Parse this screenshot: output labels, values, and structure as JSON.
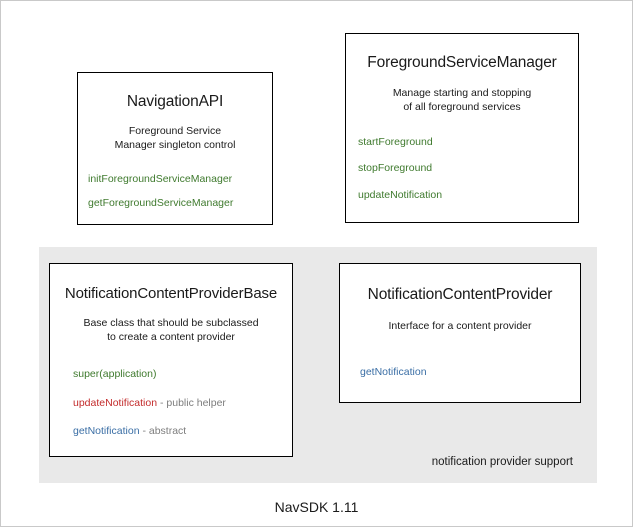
{
  "diagram": {
    "footer_caption": "NavSDK 1.11",
    "group": {
      "label": "notification provider support",
      "background_color": "#e9e9e9"
    },
    "colors": {
      "method_green": "#3f7a2e",
      "method_red": "#c32b2b",
      "method_blue": "#3a6ea5",
      "note_gray": "#7d7d7d",
      "box_border": "#000000",
      "canvas_background": "#ffffff"
    },
    "boxes": [
      {
        "id": "navigation-api",
        "title": "NavigationAPI",
        "description_lines": [
          "Foreground Service",
          "Manager singleton control"
        ],
        "methods": [
          {
            "name": "initForegroundServiceManager",
            "color": "green",
            "note": ""
          },
          {
            "name": "getForegroundServiceManager",
            "color": "green",
            "note": ""
          }
        ]
      },
      {
        "id": "foreground-service-manager",
        "title": "ForegroundServiceManager",
        "description_lines": [
          "Manage starting and stopping",
          "of all foreground services"
        ],
        "methods": [
          {
            "name": "startForeground",
            "color": "green",
            "note": ""
          },
          {
            "name": "stopForeground",
            "color": "green",
            "note": ""
          },
          {
            "name": "updateNotification",
            "color": "green",
            "note": ""
          }
        ]
      },
      {
        "id": "notification-content-provider-base",
        "title": "NotificationContentProviderBase",
        "description_lines": [
          "Base class that should be subclassed",
          "to create a content provider"
        ],
        "methods": [
          {
            "name": "super(application)",
            "color": "green",
            "note": ""
          },
          {
            "name": "updateNotification",
            "color": "red",
            "note": " - public helper"
          },
          {
            "name": "getNotification",
            "color": "blue",
            "note": " - abstract"
          }
        ]
      },
      {
        "id": "notification-content-provider",
        "title": "NotificationContentProvider",
        "description_lines": [
          "Interface for a content provider"
        ],
        "methods": [
          {
            "name": "getNotification",
            "color": "blue",
            "note": ""
          }
        ]
      }
    ]
  }
}
